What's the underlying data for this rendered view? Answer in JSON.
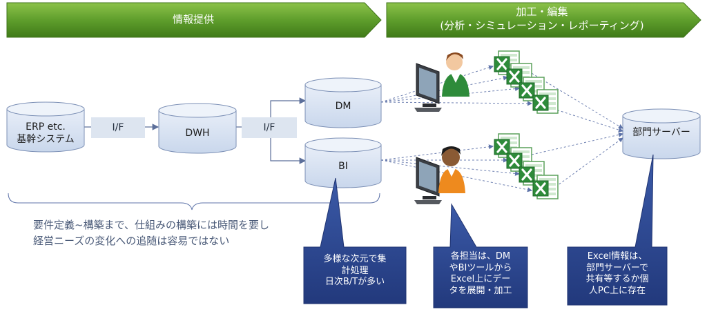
{
  "banners": {
    "left": "情報提供",
    "right_line1": "加工・編集",
    "right_line2": "(分析・シミュレーション・レポーティング)"
  },
  "nodes": {
    "erp_line1": "ERP etc.",
    "erp_line2": "基幹システム",
    "dwh": "DWH",
    "dm": "DM",
    "bi": "BI",
    "server": "部門サーバー"
  },
  "interfaces": {
    "if1": "I/F",
    "if2": "I/F"
  },
  "note": {
    "line1": "要件定義~構築まで、仕組みの構築には時間を要し",
    "line2": "経営ニーズの変化への追随は容易ではない"
  },
  "callouts": {
    "bi": [
      "多様な次元で集",
      "計処理",
      "日次B/Tが多い"
    ],
    "users": [
      "各担当は、DM",
      "やBIツールから",
      "Excel上にデー",
      "タを展開・加工"
    ],
    "server": [
      "Excel情報は、",
      "部門サーバーで",
      "共有等するか個",
      "人PC上に存在"
    ]
  },
  "colors": {
    "banner_green": "#5a9a2a",
    "cylinder_blue": "#d7e2f2",
    "callout_navy": "#2d4a94",
    "excel_green": "#2e8b3a"
  }
}
